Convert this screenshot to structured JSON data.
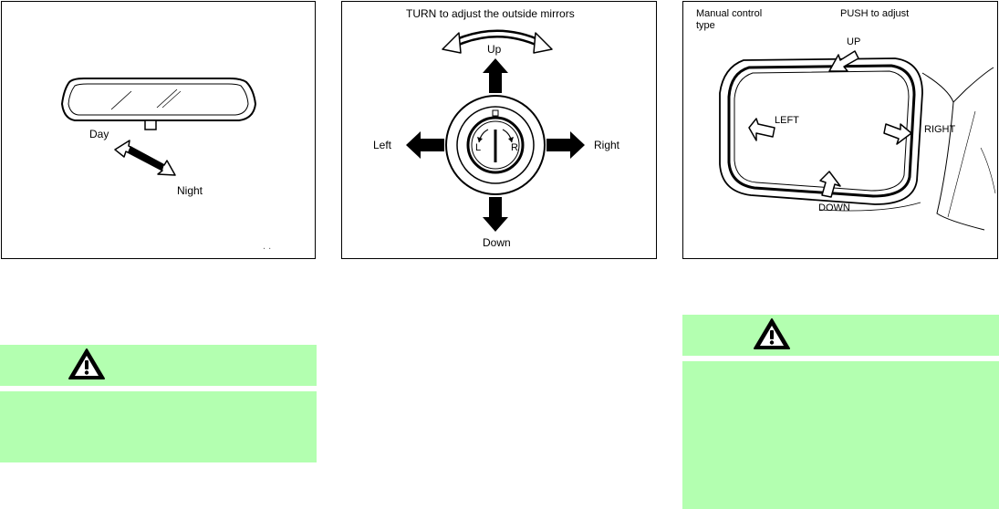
{
  "figures": {
    "rearview": {
      "label_day": "Day",
      "label_night": "Night",
      "specks": ". ."
    },
    "switch": {
      "caption": "TURN to adjust the outside mirrors",
      "up": "Up",
      "down": "Down",
      "left": "Left",
      "right": "Right",
      "knob_left": "L",
      "knob_right": "R"
    },
    "manual": {
      "type_line1": "Manual control",
      "type_line2": "type",
      "caption": "PUSH to adjust",
      "up": "UP",
      "down": "DOWN",
      "left": "LEFT",
      "right": "RIGHT"
    }
  },
  "warnings": [
    {
      "icon": "warning-triangle-icon",
      "body": ""
    },
    {
      "icon": "warning-triangle-icon",
      "body": ""
    }
  ],
  "colors": {
    "warning_background": "#b3ffb0",
    "ink": "#000000"
  }
}
